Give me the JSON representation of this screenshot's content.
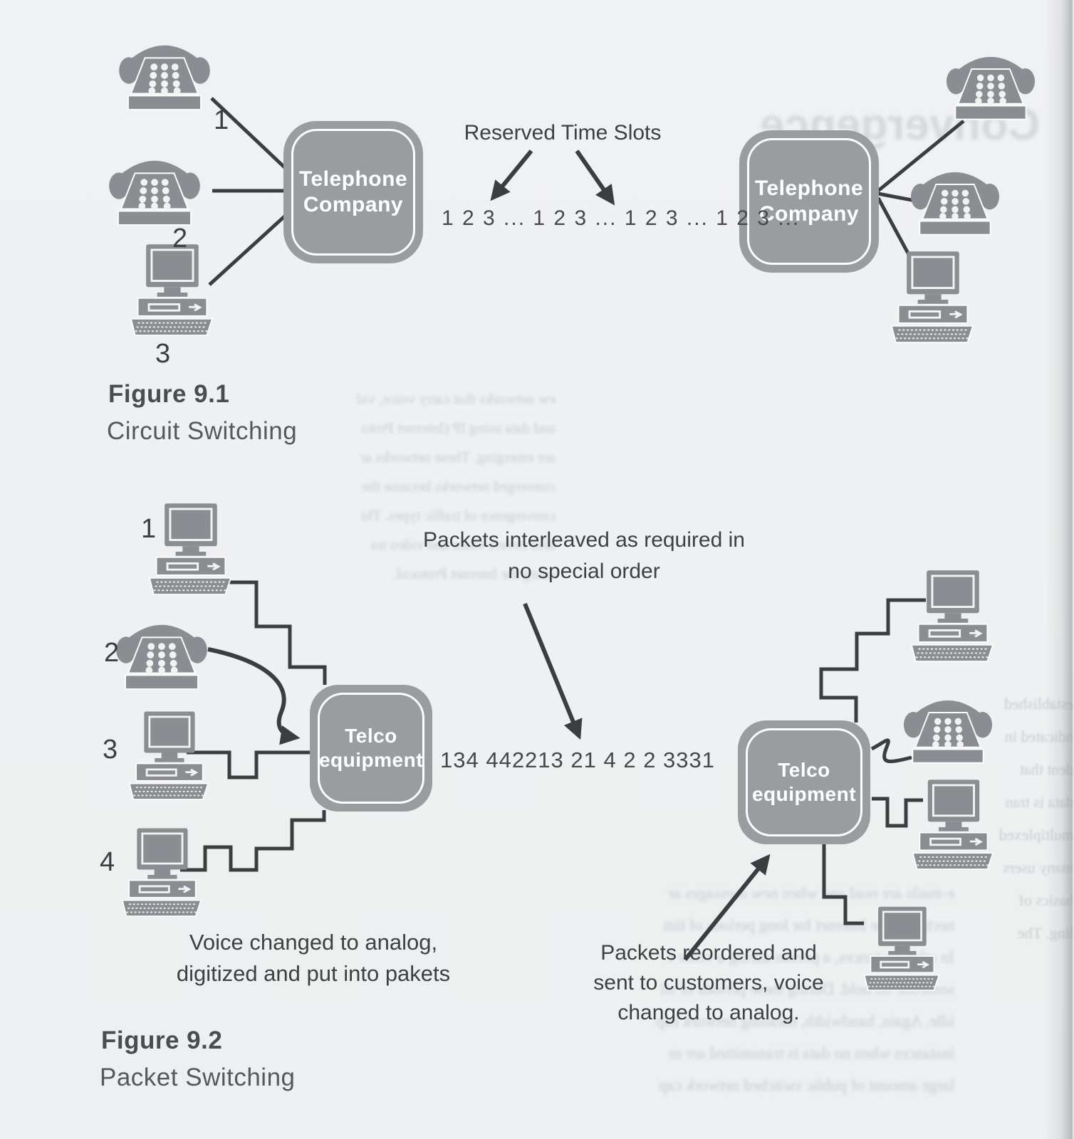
{
  "figure1": {
    "caption_title": "Figure 9.1",
    "caption_subtitle": "Circuit Switching",
    "left_box": {
      "line1": "Telephone",
      "line2": "Company"
    },
    "right_box": {
      "line1": "Telephone",
      "line2": "Company"
    },
    "reserved_label": "Reserved Time Slots",
    "timeslot_sequence": "1 2 3 ... 1 2 3 ... 1 2 3 ... 1 2 3 ...",
    "device_labels": {
      "phone1": "1",
      "phone2": "2",
      "computer3": "3"
    }
  },
  "figure2": {
    "caption_title": "Figure 9.2",
    "caption_subtitle": "Packet Switching",
    "left_box": {
      "line1": "Telco",
      "line2": "equipment"
    },
    "right_box": {
      "line1": "Telco",
      "line2": "equipment"
    },
    "interleave_label": {
      "line1": "Packets interleaved as required in",
      "line2": "no special order"
    },
    "packet_sequence": "134 442213 21  4  2  2  3331",
    "voice_label": {
      "line1": "Voice changed to analog,",
      "line2": "digitized and put into pakets"
    },
    "reorder_label": {
      "line1": "Packets reordered and",
      "line2": "sent to customers, voice",
      "line3": "changed to analog."
    },
    "device_labels": {
      "computer1": "1",
      "phone2": "2",
      "computer3": "3",
      "computer4": "4"
    }
  },
  "icons": {
    "phone": "phone-icon",
    "computer": "computer-icon"
  },
  "colors": {
    "paper": "#eff0f1",
    "box_gray": "#9a9da0",
    "icon_gray": "#8a8d91",
    "line": "#3b3d40",
    "label_text": "#3f4246",
    "bleed_text": "#c9ccd2"
  },
  "bleedthrough": {
    "title_mirrored": "Convergence",
    "mid_lines": [
      "ew networks that carry voice, vid",
      "and data using IP (Internet Proto",
      "are emerging. These networks ar",
      "converged networks because the",
      "convergence of traffic types. Thi",
      "also covers voice and video tra",
      "using the Internet Protocol."
    ],
    "bottom_lines": [
      "e-mails are read and when new messages ar",
      "nected to the Internet for long periods of tim",
      "In other instances, a person during a voice c",
      "someone on hold. During these periods of sil",
      "idle. Again, bandwidth, meaning network cap",
      "instances when no data is transmitted are m",
      "large amount of public switched network cap"
    ],
    "right_fragments": [
      "established",
      "ndicated in",
      "dent that",
      "data is tran",
      "multiplexed",
      "many users",
      "basics of",
      "ling. The"
    ]
  }
}
